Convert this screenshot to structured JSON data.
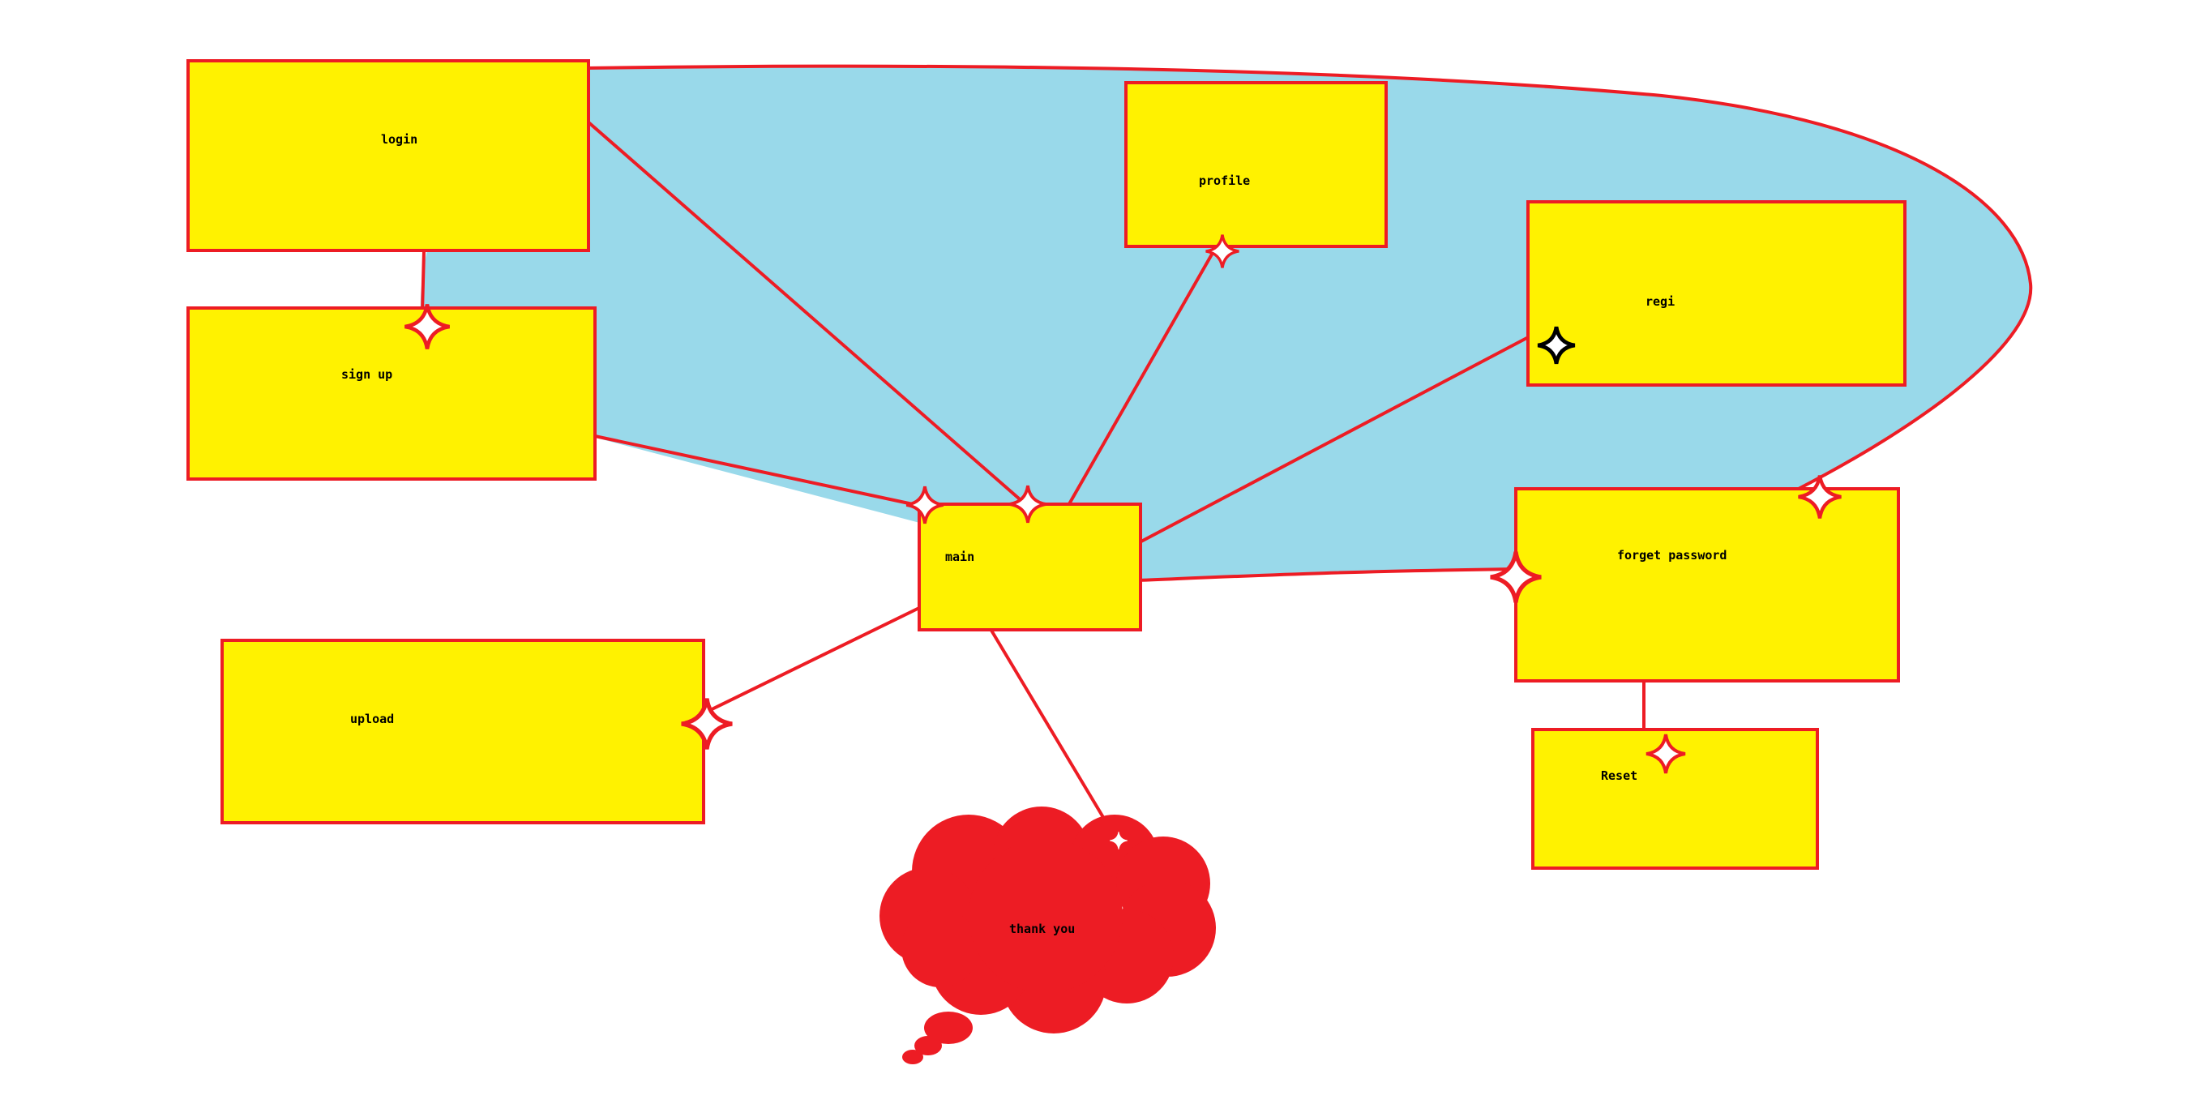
{
  "colors": {
    "box_fill": "#FFF200",
    "stroke": "#ED1C24",
    "ellipse_fill": "#99D9EA",
    "cloud_fill": "#ED1C24",
    "text": "#000000",
    "cursor": "#000000"
  },
  "nodes": {
    "login": "login",
    "sign_up": "sign up",
    "profile": "profile",
    "regi": "regi",
    "main": "main",
    "upload": "upload",
    "forget_password": "forget password",
    "reset": "Reset",
    "thank_you": "thank you"
  },
  "icons": [
    "four-point-star-icon",
    "cursor-star-icon"
  ]
}
